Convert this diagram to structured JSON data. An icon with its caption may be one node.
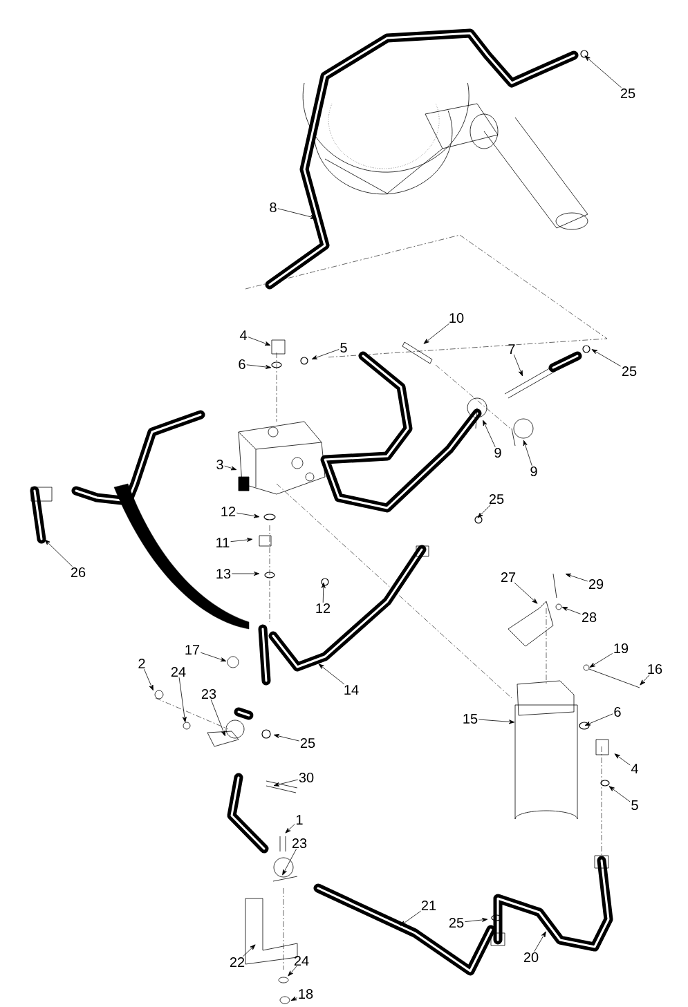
{
  "diagram": {
    "nodes": [
      {
        "text": [
          "25"
        ]
      },
      {
        "text": [
          "8"
        ]
      },
      {
        "text": [
          "10"
        ]
      },
      {
        "text": [
          "4"
        ]
      },
      {
        "text": [
          "5"
        ]
      },
      {
        "text": [
          "7"
        ]
      },
      {
        "text": [
          "25"
        ]
      },
      {
        "text": [
          "6"
        ]
      },
      {
        "text": [
          "3"
        ]
      },
      {
        "text": [
          "9"
        ]
      },
      {
        "text": [
          "9"
        ]
      },
      {
        "text": [
          "26"
        ]
      },
      {
        "text": [
          "12"
        ]
      },
      {
        "text": [
          "25"
        ]
      },
      {
        "text": [
          "11"
        ]
      },
      {
        "text": [
          "13"
        ]
      },
      {
        "text": [
          "12"
        ]
      },
      {
        "text": [
          "27"
        ]
      },
      {
        "text": [
          "29"
        ]
      },
      {
        "text": [
          "28"
        ]
      },
      {
        "text": [
          "17"
        ]
      },
      {
        "text": [
          "14"
        ]
      },
      {
        "text": [
          "19"
        ]
      },
      {
        "text": [
          "16"
        ]
      },
      {
        "text": [
          "2"
        ]
      },
      {
        "text": [
          "24"
        ]
      },
      {
        "text": [
          "23"
        ]
      },
      {
        "text": [
          "15"
        ]
      },
      {
        "text": [
          "6"
        ]
      },
      {
        "text": [
          "25"
        ]
      },
      {
        "text": [
          "4"
        ]
      },
      {
        "text": [
          "30"
        ]
      },
      {
        "text": [
          "5"
        ]
      },
      {
        "text": [
          "1"
        ]
      },
      {
        "text": [
          "23"
        ]
      },
      {
        "text": [
          "21"
        ]
      },
      {
        "text": [
          "25"
        ]
      },
      {
        "text": [
          "20"
        ]
      },
      {
        "text": [
          "22"
        ]
      },
      {
        "text": [
          "24"
        ]
      },
      {
        "text": [
          "18"
        ]
      }
    ],
    "edges": [
      {
        "from": 0,
        "to": null,
        "arrow": "to"
      },
      {
        "from": 1,
        "to": null,
        "arrow": "to"
      },
      {
        "from": 2,
        "to": null,
        "arrow": "to"
      },
      {
        "from": 3,
        "to": null,
        "arrow": "to"
      },
      {
        "from": 4,
        "to": null,
        "arrow": "to"
      },
      {
        "from": 5,
        "to": null,
        "arrow": "to"
      },
      {
        "from": 6,
        "to": null,
        "arrow": "to"
      },
      {
        "from": 7,
        "to": null,
        "arrow": "to"
      },
      {
        "from": 8,
        "to": null,
        "arrow": "to"
      },
      {
        "from": 9,
        "to": null,
        "arrow": "to"
      },
      {
        "from": 10,
        "to": null,
        "arrow": "to"
      },
      {
        "from": 11,
        "to": null,
        "arrow": "to"
      },
      {
        "from": 12,
        "to": null,
        "arrow": "to"
      },
      {
        "from": 13,
        "to": null,
        "arrow": "to"
      },
      {
        "from": 14,
        "to": null,
        "arrow": "to"
      },
      {
        "from": 15,
        "to": null,
        "arrow": "to"
      },
      {
        "from": 16,
        "to": null,
        "arrow": "to"
      },
      {
        "from": 17,
        "to": null,
        "arrow": "to"
      },
      {
        "from": 18,
        "to": null,
        "arrow": "to"
      },
      {
        "from": 19,
        "to": null,
        "arrow": "to"
      },
      {
        "from": 20,
        "to": null,
        "arrow": "to"
      },
      {
        "from": 21,
        "to": null,
        "arrow": "to"
      },
      {
        "from": 22,
        "to": null,
        "arrow": "to"
      },
      {
        "from": 23,
        "to": null,
        "arrow": "to"
      },
      {
        "from": 24,
        "to": null,
        "arrow": "to"
      },
      {
        "from": 25,
        "to": null,
        "arrow": "to"
      },
      {
        "from": 26,
        "to": null,
        "arrow": "to"
      },
      {
        "from": 27,
        "to": null,
        "arrow": "to"
      },
      {
        "from": 28,
        "to": null,
        "arrow": "to"
      },
      {
        "from": 29,
        "to": null,
        "arrow": "to"
      },
      {
        "from": 30,
        "to": null,
        "arrow": "to"
      },
      {
        "from": 31,
        "to": null,
        "arrow": "to"
      },
      {
        "from": 32,
        "to": null,
        "arrow": "to"
      },
      {
        "from": 33,
        "to": null,
        "arrow": "to"
      },
      {
        "from": 34,
        "to": null,
        "arrow": "to"
      },
      {
        "from": 35,
        "to": null,
        "arrow": "to"
      },
      {
        "from": 36,
        "to": null,
        "arrow": "to"
      },
      {
        "from": 37,
        "to": null,
        "arrow": "to"
      },
      {
        "from": 38,
        "to": null,
        "arrow": "to"
      },
      {
        "from": 39,
        "to": null,
        "arrow": "to"
      },
      {
        "from": 40,
        "to": null,
        "arrow": "to"
      }
    ]
  }
}
